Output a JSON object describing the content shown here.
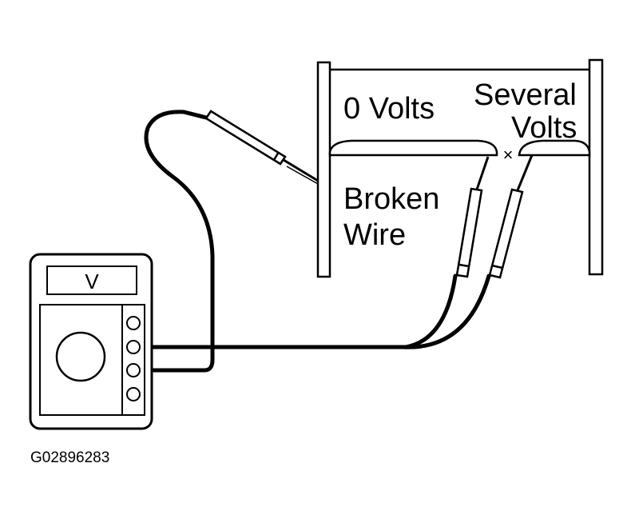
{
  "labels": {
    "zero_volts": "0 Volts",
    "several_line1": "Several",
    "several_line2": "Volts",
    "broken_line1": "Broken",
    "broken_line2": "Wire",
    "break_mark": "×",
    "meter_display": "V",
    "figure_id": "G02896283"
  },
  "colors": {
    "ink": "#000000",
    "paper": "#ffffff"
  }
}
